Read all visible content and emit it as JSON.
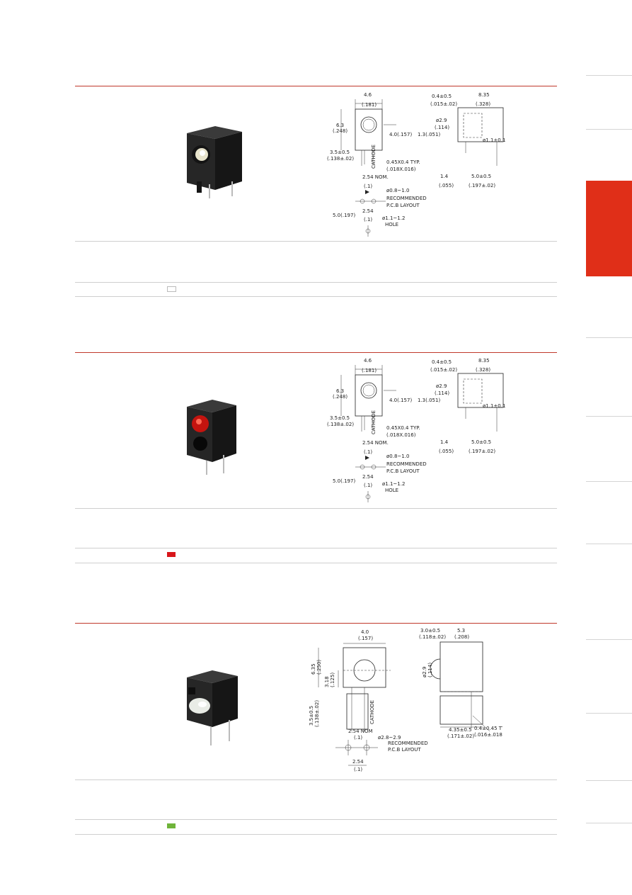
{
  "sections": [
    {
      "id": "p1",
      "swatch_color": "#ffffff",
      "swatch_border": "#bbbbbb",
      "dims": {
        "width": "4.6",
        "width_in": "(.181)",
        "height": "6.3",
        "height_in": "(.248)",
        "center": "4.0(.157)",
        "standoff": "3.5±0.5",
        "standoff_in": "(.138±.02)",
        "lead": "0.45X0.4  TYP.",
        "lead_in": "(.018X.016)",
        "pitch": "2.54  NOM.",
        "pitch_in": "(.1)",
        "cathode": "CATHODE",
        "pad": "ø0.8~1.0",
        "rec1": "RECOMMENDED",
        "rec2": "P.C.B  LAYOUT",
        "row": "5.0(.197)",
        "pitch2": "2.54",
        "pitch2_in": "(.1)",
        "hole": "ø1.1~1.2",
        "hole_label": "HOLE",
        "side_gap": "0.4±0.5",
        "side_gap_in": "(.015±.02)",
        "depth": "8.35",
        "depth_in": "(.328)",
        "lens": "ø2.9",
        "lens_in": "(.114)",
        "offset": "1.3(.051)",
        "pin": "ø1.1±0.1",
        "bend": "1.4",
        "bend_in": "(.055)",
        "span": "5.0±0.5",
        "span_in": "(.197±.02)"
      }
    },
    {
      "id": "p2",
      "swatch_color": "#d8161b",
      "swatch_border": "#d8161b",
      "dims": {
        "width": "4.6",
        "width_in": "(.181)",
        "height": "6.3",
        "height_in": "(.248)",
        "center": "4.0(.157)",
        "standoff": "3.5±0.5",
        "standoff_in": "(.138±.02)",
        "lead": "0.45X0.4  TYP.",
        "lead_in": "(.018X.016)",
        "pitch": "2.54  NOM.",
        "pitch_in": "(.1)",
        "cathode": "CATHODE",
        "pad": "ø0.8~1.0",
        "rec1": "RECOMMENDED",
        "rec2": "P.C.B  LAYOUT",
        "row": "5.0(.197)",
        "pitch2": "2.54",
        "pitch2_in": "(.1)",
        "hole": "ø1.1~1.2",
        "hole_label": "HOLE",
        "side_gap": "0.4±0.5",
        "side_gap_in": "(.015±.02)",
        "depth": "8.35",
        "depth_in": "(.328)",
        "lens": "ø2.9",
        "lens_in": "(.114)",
        "offset": "1.3(.051)",
        "pin": "ø1.1±0.1",
        "bend": "1.4",
        "bend_in": "(.055)",
        "span": "5.0±0.5",
        "span_in": "(.197±.02)"
      }
    },
    {
      "id": "p3",
      "swatch_color": "#6fb43a",
      "swatch_border": "#6fb43a",
      "dims": {
        "width": "4.0",
        "width_in": "(.157)",
        "height": "6.35",
        "height_in": "(.250)",
        "center": "3.18",
        "center_in": "(.125)",
        "standoff": "3.5±0.5",
        "standoff_in": "(.138±.02)",
        "cathode": "CATHODE",
        "pitch": "2.54  NOM",
        "pitch_in": "(.1)",
        "pad": "ø2.8~2.9",
        "rec1": "RECOMMENDED",
        "rec2": "P.C.B  LAYOUT",
        "pitch2": "2.54",
        "pitch2_in": "(.1)",
        "side_gap": "3.0±0.5",
        "side_gap_in": "(.118±.02)",
        "depth": "5.3",
        "depth_in": "(.208)",
        "lens": "ø2.9",
        "lens_in": "(.114)",
        "span": "4.35±0.5",
        "span_in": "(.171±.02)",
        "lead": "0.4±0.45  TYP",
        "lead_in": "(.016±.018)"
      }
    }
  ],
  "icons": {
    "photo_icon_1": "led-holder-white-icon",
    "photo_icon_2": "led-holder-red-icon",
    "photo_icon_3": "led-holder-clear-icon",
    "tab_color": "#e02f18"
  }
}
